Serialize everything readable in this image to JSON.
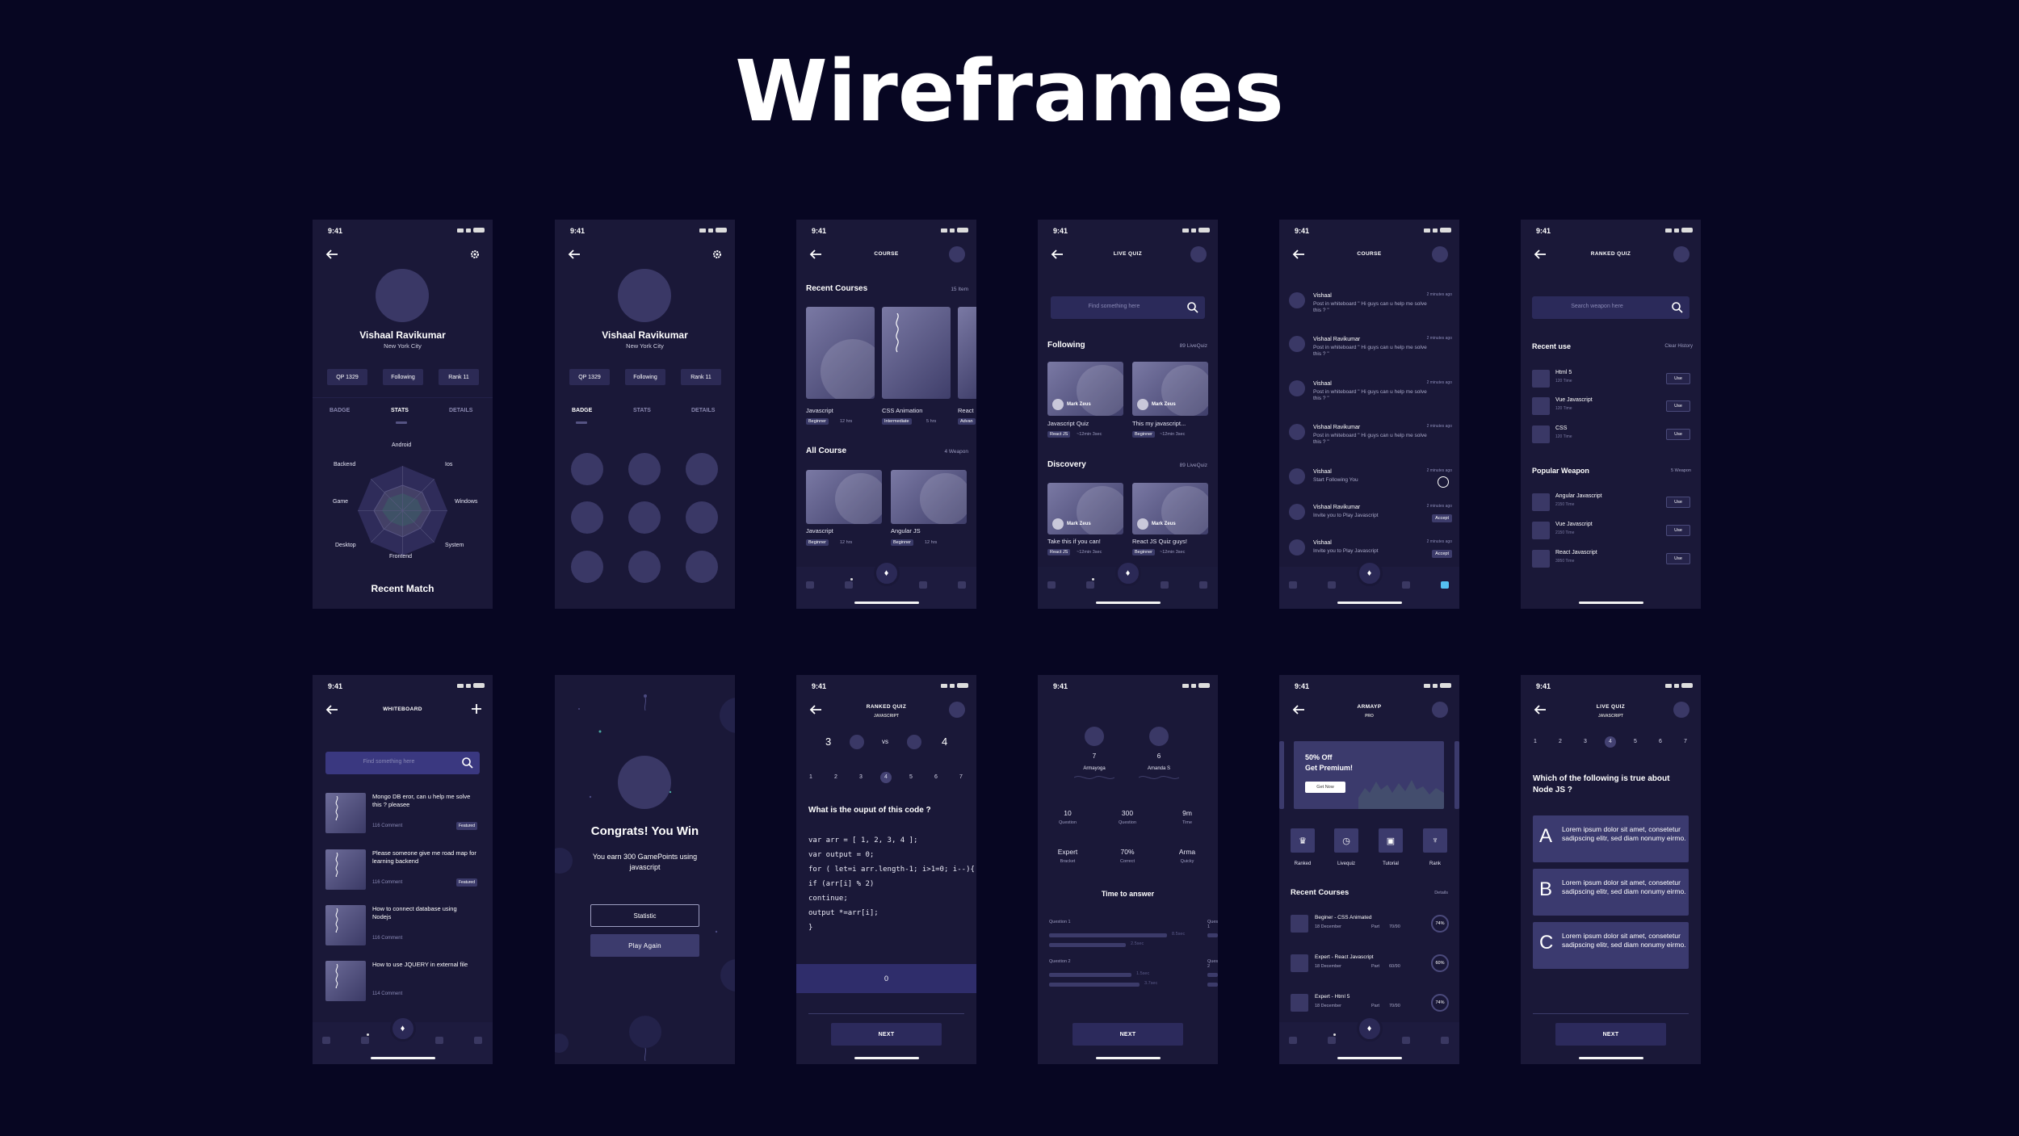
{
  "page_title": "Wireframes",
  "time": "9:41",
  "s1": {
    "name": "Vishaal Ravikumar",
    "city": "New York City",
    "pills": [
      "QP 1329",
      "Following",
      "Rank 11"
    ],
    "tabs": [
      "BADGE",
      "STATS",
      "DETAILS"
    ],
    "radar_labels": [
      "Android",
      "Ios",
      "Windows",
      "System",
      "Frontend",
      "Desktop",
      "Game",
      "Backend"
    ],
    "recent": "Recent Match"
  },
  "s2": {
    "name": "Vishaal Ravikumar",
    "city": "New York City",
    "pills": [
      "QP 1329",
      "Following",
      "Rank 11"
    ],
    "tabs": [
      "BADGE",
      "STATS",
      "DETAILS"
    ]
  },
  "s3": {
    "title": "COURSE",
    "recent": "Recent Courses",
    "recent_count": "15 Item",
    "all": "All Course",
    "all_count": "4 Weapon",
    "cards": [
      {
        "name": "Javascript",
        "level": "Beginner",
        "hrs": "12 hrs"
      },
      {
        "name": "CSS Animation",
        "level": "Intermediate",
        "hrs": "5 hrs"
      },
      {
        "name": "React",
        "level": "Advan",
        "hrs": ""
      }
    ],
    "all_cards": [
      {
        "name": "Javascript",
        "level": "Beginner",
        "hrs": "12 hrs"
      },
      {
        "name": "Angular JS",
        "level": "Beginner",
        "hrs": "12 hrs"
      }
    ]
  },
  "s4": {
    "title": "LIVE QUIZ",
    "search": "Find something here",
    "following": "Following",
    "following_count": "89 LiveQuiz",
    "discovery": "Discovery",
    "discovery_count": "89 LiveQuiz",
    "items": [
      {
        "author": "Mark Zeus",
        "title": "Javascript Quiz",
        "tag": "React JS",
        "meta": "~12min 3sec"
      },
      {
        "author": "Mark Zeus",
        "title": "This my javascript...",
        "tag": "Beginner",
        "meta": "~12min 3sec"
      },
      {
        "author": "Mark Zeus",
        "title": "Take this if you can!",
        "tag": "React JS",
        "meta": "~12min 3sec"
      },
      {
        "author": "Mark Zeus",
        "title": "React JS Quiz guys!",
        "tag": "Beginner",
        "meta": "~12min 3sec"
      }
    ]
  },
  "s5": {
    "title": "COURSE",
    "feed": [
      {
        "name": "Vishaal",
        "time": "2 minutes ago",
        "msg": "Post in whiteboard \" Hi guys can u help me solve this ? \""
      },
      {
        "name": "Vishaal Ravikumar",
        "time": "2 minutes ago",
        "msg": "Post in whiteboard \" Hi guys can u help me solve this ? \""
      },
      {
        "name": "Vishaal",
        "time": "2 minutes ago",
        "msg": "Post in whiteboard \" Hi guys can u help me solve this ? \""
      },
      {
        "name": "Vishaal Ravikumar",
        "time": "2 minutes ago",
        "msg": "Post in whiteboard \" Hi guys can u help me solve this ? \""
      },
      {
        "name": "Vishaal",
        "time": "2 minutes ago",
        "msg": "Start Following You"
      },
      {
        "name": "Vishaal Ravikumar",
        "time": "2 minutes ago",
        "msg": "Invite you to Play Javascript",
        "action": "Accept"
      },
      {
        "name": "Vishaal",
        "time": "2 minutes ago",
        "msg": "Invite you to Play Javascript",
        "action": "Accept"
      }
    ]
  },
  "s6": {
    "title": "RANKED QUIZ",
    "search": "Search weapon here",
    "recent": "Recent use",
    "clear": "Clear History",
    "popular": "Popular Weapon",
    "popular_count": "5 Weapon",
    "recent_items": [
      {
        "name": "Html 5",
        "uses": "120 Time"
      },
      {
        "name": "Vue Javascript",
        "uses": "120 Time"
      },
      {
        "name": "CSS",
        "uses": "120 Time"
      }
    ],
    "popular_items": [
      {
        "name": "Angular Javascript",
        "uses": "2150 Time"
      },
      {
        "name": "Vue Javascript",
        "uses": "2150 Time"
      },
      {
        "name": "React Javascript",
        "uses": "3950 Time"
      }
    ],
    "use": "Use"
  },
  "s7": {
    "title": "WHITEBOARD",
    "search": "Find something here",
    "posts": [
      {
        "text": "Mongo DB eror, can u help me solve this ? pleasee",
        "comments": "116 Comment",
        "badge": "Featured"
      },
      {
        "text": "Please someone give me road map for learning backend",
        "comments": "116 Comment",
        "badge": "Featured"
      },
      {
        "text": "How to connect database using Nodejs",
        "comments": "116 Comment",
        "badge": ""
      },
      {
        "text": "How to use JQUERY in external file",
        "comments": "114 Comment",
        "badge": ""
      }
    ]
  },
  "s8": {
    "headline": "Congrats! You Win",
    "sub": "You earn 300 GamePoints using javascript",
    "btn1": "Statistic",
    "btn2": "Play Again"
  },
  "s9": {
    "title": "RANKED QUIZ",
    "subtitle": "JAVASCRIPT",
    "score_left": "3",
    "vs": "vs",
    "score_right": "4",
    "nums": [
      "1",
      "2",
      "3",
      "4",
      "5",
      "6",
      "7"
    ],
    "question": "What is the ouput of this code ?",
    "code": [
      "var arr = [ 1, 2, 3, 4 ];",
      "var output = 0;",
      "for ( let=i arr.length-1; i>1=0; i--){",
      "if (arr[i] % 2)",
      "continue;",
      "output *=arr[i];",
      "}"
    ],
    "answer": "0",
    "next": "NEXT"
  },
  "s10": {
    "p1": {
      "num": "7",
      "name": "Armayoga"
    },
    "p2": {
      "num": "6",
      "name": "Amanda S"
    },
    "stats": [
      {
        "v": "10",
        "l": "Question"
      },
      {
        "v": "300",
        "l": "Question"
      },
      {
        "v": "9m",
        "l": "Time"
      },
      {
        "v": "Expert",
        "l": "Bracket"
      },
      {
        "v": "70%",
        "l": "Correct"
      },
      {
        "v": "Arma",
        "l": "Quicky"
      }
    ],
    "time_title": "Time to answer",
    "q1": "Question 1",
    "q2": "Question 2",
    "q1a": "8.5sec",
    "q1b": "2.5sec",
    "q2a": "1.5sec",
    "q2b": "3.7sec",
    "next": "NEXT"
  },
  "s11": {
    "title": "ARMAYP",
    "subtitle": "PRO",
    "promo1": "50% Off",
    "promo2": "Get Premium!",
    "promo_btn": "Get Now",
    "icons": [
      "Ranked",
      "Livequiz",
      "Tutorial",
      "Rank"
    ],
    "recent": "Recent Courses",
    "details": "Details",
    "courses": [
      {
        "name": "Beginer - CSS Animated",
        "date": "18 December",
        "part": "Part",
        "prog": "70/90",
        "pct": "74%"
      },
      {
        "name": "Expert - React Javascript",
        "date": "18 December",
        "part": "Part",
        "prog": "60/90",
        "pct": "60%"
      },
      {
        "name": "Expert - Html 5",
        "date": "18 December",
        "part": "Part",
        "prog": "70/90",
        "pct": "74%"
      }
    ]
  },
  "s12": {
    "title": "LIVE QUIZ",
    "subtitle": "JAVASCRIPT",
    "nums": [
      "1",
      "2",
      "3",
      "4",
      "5",
      "6",
      "7"
    ],
    "question": "Which of the following is true about Node JS ?",
    "options": [
      {
        "letter": "A",
        "text": "Lorem ipsum dolor sit amet, consetetur sadipscing elitr, sed diam nonumy eirmo."
      },
      {
        "letter": "B",
        "text": "Lorem ipsum dolor sit amet, consetetur sadipscing elitr, sed diam nonumy eirmo."
      },
      {
        "letter": "C",
        "text": "Lorem ipsum dolor sit amet, consetetur sadipscing elitr, sed diam nonumy eirmo."
      }
    ],
    "next": "NEXT"
  },
  "colors": {
    "background": "#070622",
    "screen": "#1a1838",
    "accent": "#55c1f2",
    "purple": "#3b3a6f"
  },
  "icons": [
    "back-arrow-icon",
    "gear-icon",
    "search-icon",
    "plus-icon",
    "home-icon",
    "diamond-icon"
  ]
}
